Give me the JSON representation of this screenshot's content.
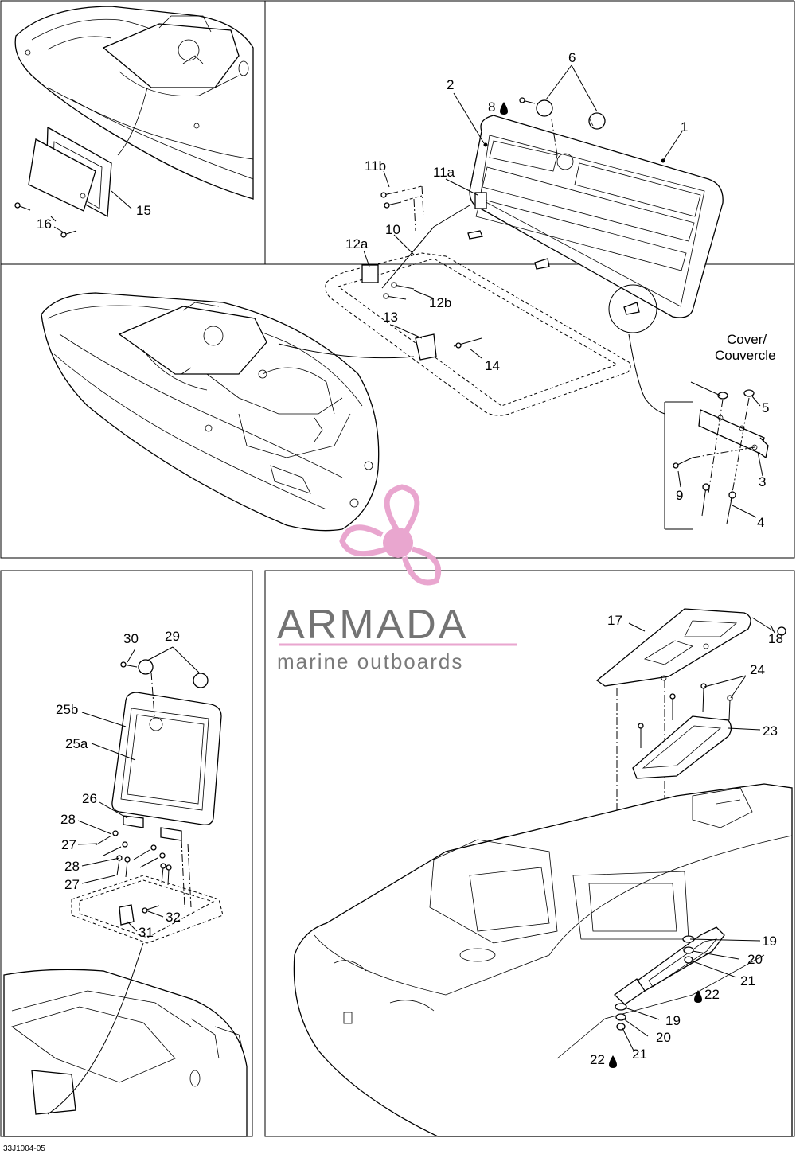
{
  "diagram": {
    "code": "33J1004-05",
    "cover_label_line1": "Cover/",
    "cover_label_line2": "Couvercle",
    "callouts": {
      "c1": "1",
      "c2": "2",
      "c3": "3",
      "c4": "4",
      "c5": "5",
      "c6": "6",
      "c8": "8",
      "c9": "9",
      "c10": "10",
      "c11a": "11a",
      "c11b": "11b",
      "c12a": "12a",
      "c12b": "12b",
      "c13": "13",
      "c14": "14",
      "c15": "15",
      "c16": "16",
      "c17": "17",
      "c18": "18",
      "c19a": "19",
      "c19b": "19",
      "c20a": "20",
      "c20b": "20",
      "c21a": "21",
      "c21b": "21",
      "c22a": "22",
      "c22b": "22",
      "c23": "23",
      "c24": "24",
      "c25a": "25a",
      "c25b": "25b",
      "c26": "26",
      "c27a": "27",
      "c27b": "27",
      "c28a": "28",
      "c28b": "28",
      "c29": "29",
      "c30": "30",
      "c31": "31",
      "c32": "32"
    }
  },
  "watermark": {
    "brand": "ARMADA",
    "tagline": "marine outboards",
    "brand_color": "#737373",
    "accent_color": "#e9a6cf",
    "icon": "propeller-icon"
  }
}
